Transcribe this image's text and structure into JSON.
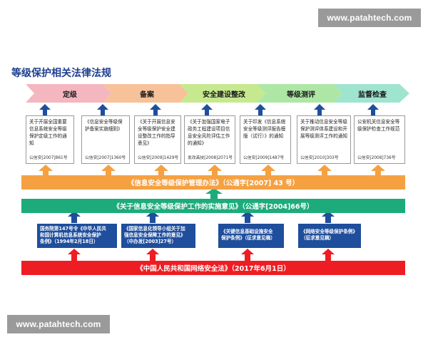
{
  "watermarks": {
    "top": "www.patahtech.com",
    "bottom": "www.patahtech.com"
  },
  "title": "等级保护相关法律法规",
  "stages": [
    "定级",
    "备案",
    "安全建设整改",
    "等级测评",
    "监督检查"
  ],
  "notices": [
    {
      "text": "关于开展全国重要信息系统安全等级保护定级工作的通知",
      "doc": "公信安[2007]861号"
    },
    {
      "text": "《信息安全等级保护备案实施细则》",
      "doc": "公信安[2007]1360号"
    },
    {
      "text": "《关于开展信息安全等级保护安全建设整改工作的指导意见》",
      "doc": "公信安[2009]1429号"
    },
    {
      "text": "《关于加强国家电子政务工程建设项目信息安全风险评估工作的通知》",
      "doc": "发改高技[2008]2071号"
    },
    {
      "text": "关于印发《信息系统安全等级测评报告模版（试行）》的通知",
      "doc": "公信安[2009]1487号"
    },
    {
      "text": "关于推动信息安全等级保护测评体系建设和开展等级测评工作的通知",
      "doc": "公信安[2010]303号"
    },
    {
      "text": "公安机关信息安全等级保护检查工作规范",
      "doc": "公信安[2008]736号"
    }
  ],
  "bars": {
    "management": "《信息安全等级保护管理办法》（公通字[2007] 43 号）",
    "implementation": "《关于信息安全等级保护工作的实施意见》（公通字[2004]66号）",
    "law": "《中国人民共和国网络安全法》（2017年6月1日）"
  },
  "foundations": [
    {
      "lines": [
        "国务院第147号令《中华人民共",
        "和国计算机信息系统安全保护",
        "条例》（1994年2月18日）"
      ]
    },
    {
      "lines": [
        "《国家信息化领导小组关于加",
        "强信息安全保障工作的意见》",
        "（中办发[2003]27号）"
      ]
    },
    {
      "lines": [
        "《关键信息基础设施安全",
        "保护条例》（征求意见稿）"
      ]
    },
    {
      "lines": [
        "《网络安全等级保护条例》",
        "（征求意见稿）"
      ]
    }
  ],
  "colors": {
    "title": "#1f3f8f",
    "chevrons": [
      "#f4b6bf",
      "#f7c29a",
      "#c6e98f",
      "#aee7a5",
      "#9fe4cf"
    ],
    "up_arrow": "#1f4e9c",
    "orange": "#f5a142",
    "green": "#1dab7c",
    "blue": "#1f4e9c",
    "red": "#ee1d23",
    "watermark_bg": "#9a9a9a"
  }
}
